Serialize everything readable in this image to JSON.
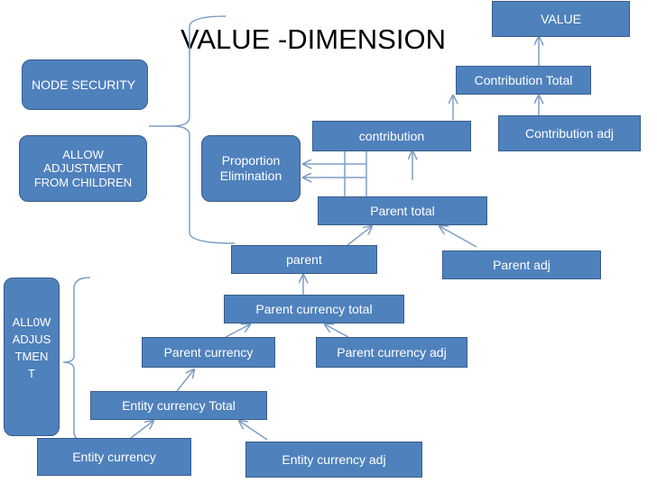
{
  "title": "VALUE -DIMENSION",
  "nodes": {
    "value": "VALUE",
    "contribution_total": "Contribution Total",
    "contribution": "contribution",
    "contribution_adj": "Contribution adj",
    "node_security": "NODE SECURITY",
    "allow_adjustment_from_children": "ALLOW\nADJUSTMENT\nFROM CHILDREN",
    "proportion_elimination": "Proportion\nElimination",
    "parent_total": "Parent  total",
    "parent": "parent",
    "parent_adj": "Parent  adj",
    "parent_currency_total": "Parent currency total",
    "parent_currency": "Parent  currency",
    "parent_currency_adj": "Parent currency  adj",
    "allow_adjustment": "ALL0W\nADJUS\nTMEN\nT",
    "entity_currency_total": "Entity currency  Total",
    "entity_currency": "Entity currency",
    "entity_currency_adj": "Entity currency adj"
  },
  "colors": {
    "box_fill": "#4f81bd",
    "box_border": "#385d8a",
    "line": "#7f9ec4",
    "text": "#ffffff"
  }
}
